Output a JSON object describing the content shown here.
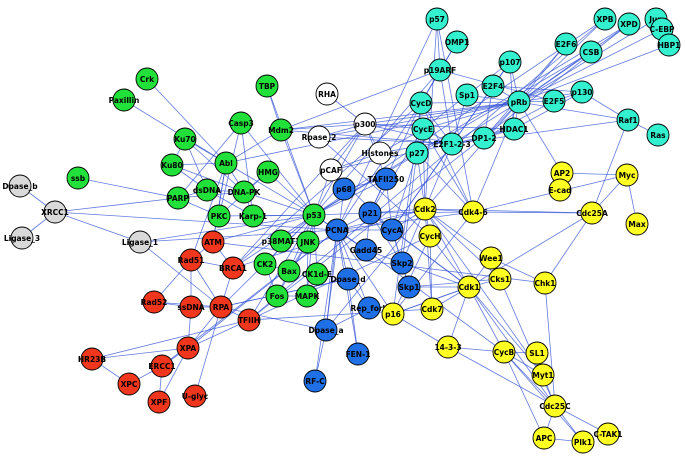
{
  "colors": {
    "green": "#22e03a",
    "cyan": "#33f0cf",
    "yellow": "#ffff22",
    "blue": "#1f6fe6",
    "red": "#f0361c",
    "white": "#ffffff",
    "gray": "#d9d9d9",
    "edge": "#2f4fd6"
  },
  "nodes": [
    {
      "id": "p57",
      "label": "p57",
      "group": "cyan"
    },
    {
      "id": "OMP1",
      "label": "OMP1",
      "group": "cyan"
    },
    {
      "id": "XPB",
      "label": "XPB",
      "group": "cyan"
    },
    {
      "id": "XPD",
      "label": "XPD",
      "group": "cyan"
    },
    {
      "id": "Jun",
      "label": "Jun",
      "group": "cyan"
    },
    {
      "id": "CEBP",
      "label": "C-EBP",
      "group": "cyan"
    },
    {
      "id": "HBP1",
      "label": "HBP1",
      "group": "cyan"
    },
    {
      "id": "CSB",
      "label": "CSB",
      "group": "cyan"
    },
    {
      "id": "E2F6",
      "label": "E2F6",
      "group": "cyan"
    },
    {
      "id": "p107",
      "label": "p107",
      "group": "cyan"
    },
    {
      "id": "p19ARF",
      "label": "p19ARF",
      "group": "cyan"
    },
    {
      "id": "E2F4",
      "label": "E2F4",
      "group": "cyan"
    },
    {
      "id": "Sp1",
      "label": "Sp1",
      "group": "cyan"
    },
    {
      "id": "CycD",
      "label": "CycD",
      "group": "cyan"
    },
    {
      "id": "pRb",
      "label": "pRb",
      "group": "cyan"
    },
    {
      "id": "p130",
      "label": "p130",
      "group": "cyan"
    },
    {
      "id": "E2F5",
      "label": "E2F5",
      "group": "cyan"
    },
    {
      "id": "Raf1",
      "label": "Raf1",
      "group": "cyan"
    },
    {
      "id": "Ras",
      "label": "Ras",
      "group": "cyan"
    },
    {
      "id": "HDAC1",
      "label": "HDAC1",
      "group": "cyan"
    },
    {
      "id": "DP12",
      "label": "DP1-2",
      "group": "cyan"
    },
    {
      "id": "E2F123",
      "label": "E2F1-2-3",
      "group": "cyan"
    },
    {
      "id": "CycE",
      "label": "CycE",
      "group": "cyan"
    },
    {
      "id": "p27",
      "label": "p27",
      "group": "cyan"
    },
    {
      "id": "Crk",
      "label": "Crk",
      "group": "green"
    },
    {
      "id": "TBP",
      "label": "TBP",
      "group": "green"
    },
    {
      "id": "Paxillin",
      "label": "Paxillin",
      "group": "green"
    },
    {
      "id": "Ku70",
      "label": "Ku70",
      "group": "green"
    },
    {
      "id": "Casp3",
      "label": "Casp3",
      "group": "green"
    },
    {
      "id": "Mdm2",
      "label": "Mdm2",
      "group": "green"
    },
    {
      "id": "Abl",
      "label": "Abl",
      "group": "green"
    },
    {
      "id": "Ku80",
      "label": "Ku80",
      "group": "green"
    },
    {
      "id": "ssb",
      "label": "ssb",
      "group": "green"
    },
    {
      "id": "dsDNA",
      "label": "dsDNA",
      "group": "green"
    },
    {
      "id": "DNAPK",
      "label": "DNA-PK",
      "group": "green"
    },
    {
      "id": "HMG",
      "label": "HMG",
      "group": "green"
    },
    {
      "id": "PARP",
      "label": "PARP",
      "group": "green"
    },
    {
      "id": "PKC",
      "label": "PKC",
      "group": "green"
    },
    {
      "id": "Karp1",
      "label": "Karp-1",
      "group": "green"
    },
    {
      "id": "p53",
      "label": "p53",
      "group": "green"
    },
    {
      "id": "p38MAT1",
      "label": "p38MAT1",
      "group": "green"
    },
    {
      "id": "JNK",
      "label": "JNK",
      "group": "green"
    },
    {
      "id": "CK2",
      "label": "CK2",
      "group": "green"
    },
    {
      "id": "Bax",
      "label": "Bax",
      "group": "green"
    },
    {
      "id": "CK1dE",
      "label": "CK1d-E",
      "group": "green"
    },
    {
      "id": "Fos",
      "label": "Fos",
      "group": "green"
    },
    {
      "id": "MAPK",
      "label": "MAPK",
      "group": "green"
    },
    {
      "id": "RHA",
      "label": "RHA",
      "group": "white"
    },
    {
      "id": "p300",
      "label": "p300",
      "group": "white"
    },
    {
      "id": "Rpase2",
      "label": "Rpase_2",
      "group": "white"
    },
    {
      "id": "pCAF",
      "label": "pCAF",
      "group": "white"
    },
    {
      "id": "Histones",
      "label": "Histones",
      "group": "white"
    },
    {
      "id": "Dpaseb",
      "label": "Dpase_b",
      "group": "gray"
    },
    {
      "id": "XRCC1",
      "label": "XRCC1",
      "group": "gray"
    },
    {
      "id": "Ligase3",
      "label": "Ligase_3",
      "group": "gray"
    },
    {
      "id": "Ligase1",
      "label": "Ligase_1",
      "group": "gray"
    },
    {
      "id": "TAFII250",
      "label": "TAFII250",
      "group": "blue"
    },
    {
      "id": "p68",
      "label": "p68",
      "group": "blue"
    },
    {
      "id": "CycA",
      "label": "CycA",
      "group": "blue"
    },
    {
      "id": "p21",
      "label": "p21",
      "group": "blue"
    },
    {
      "id": "PCNA",
      "label": "PCNA",
      "group": "blue"
    },
    {
      "id": "Gadd45",
      "label": "Gadd45",
      "group": "blue"
    },
    {
      "id": "Skp2",
      "label": "Skp2",
      "group": "blue"
    },
    {
      "id": "Skp1",
      "label": "Skp1",
      "group": "blue"
    },
    {
      "id": "Dpased",
      "label": "Dpase_d",
      "group": "blue"
    },
    {
      "id": "Repfork",
      "label": "Rep_fork",
      "group": "blue"
    },
    {
      "id": "Dpasea",
      "label": "Dpase_a",
      "group": "blue"
    },
    {
      "id": "FEN1",
      "label": "FEN-1",
      "group": "blue"
    },
    {
      "id": "RFC",
      "label": "RF-C",
      "group": "blue"
    },
    {
      "id": "ATM",
      "label": "ATM",
      "group": "red"
    },
    {
      "id": "Rad51",
      "label": "Rad51",
      "group": "red"
    },
    {
      "id": "BRCA1",
      "label": "BRCA1",
      "group": "red"
    },
    {
      "id": "Rad52",
      "label": "Rad52",
      "group": "red"
    },
    {
      "id": "ssDNA",
      "label": "ssDNA",
      "group": "red"
    },
    {
      "id": "RPA",
      "label": "RPA",
      "group": "red"
    },
    {
      "id": "TFIIH",
      "label": "TFIIH",
      "group": "red"
    },
    {
      "id": "XPA",
      "label": "XPA",
      "group": "red"
    },
    {
      "id": "HR23B",
      "label": "HR23B",
      "group": "red"
    },
    {
      "id": "ERCC1",
      "label": "ERCC1",
      "group": "red"
    },
    {
      "id": "XPC",
      "label": "XPC",
      "group": "red"
    },
    {
      "id": "XPF",
      "label": "XPF",
      "group": "red"
    },
    {
      "id": "Uglyc",
      "label": "U-glyc",
      "group": "red"
    },
    {
      "id": "Cdk2",
      "label": "Cdk2",
      "group": "yellow"
    },
    {
      "id": "CycH",
      "label": "CycH",
      "group": "yellow"
    },
    {
      "id": "Cdk46",
      "label": "Cdk4-6",
      "group": "yellow"
    },
    {
      "id": "AP2",
      "label": "AP2",
      "group": "yellow"
    },
    {
      "id": "Myc",
      "label": "Myc",
      "group": "yellow"
    },
    {
      "id": "Ecad",
      "label": "E-cad",
      "group": "yellow"
    },
    {
      "id": "Cdc25A",
      "label": "Cdc25A",
      "group": "yellow"
    },
    {
      "id": "Max",
      "label": "Max",
      "group": "yellow"
    },
    {
      "id": "Chk1",
      "label": "Chk1",
      "group": "yellow"
    },
    {
      "id": "Wee1",
      "label": "Wee1",
      "group": "yellow"
    },
    {
      "id": "Cks1",
      "label": "Cks1",
      "group": "yellow"
    },
    {
      "id": "p16",
      "label": "p16",
      "group": "yellow"
    },
    {
      "id": "Cdk7",
      "label": "Cdk7",
      "group": "yellow"
    },
    {
      "id": "Cdk1",
      "label": "Cdk1",
      "group": "yellow"
    },
    {
      "id": "p1433",
      "label": "14-3-3",
      "group": "yellow"
    },
    {
      "id": "CycB",
      "label": "CycB",
      "group": "yellow"
    },
    {
      "id": "SL1",
      "label": "SL1",
      "group": "yellow"
    },
    {
      "id": "Myt1",
      "label": "Myt1",
      "group": "yellow"
    },
    {
      "id": "Cdc25C",
      "label": "Cdc25C",
      "group": "yellow"
    },
    {
      "id": "APC",
      "label": "APC",
      "group": "yellow"
    },
    {
      "id": "Plk1",
      "label": "Plk1",
      "group": "yellow"
    },
    {
      "id": "CTAK1",
      "label": "C-TAK1",
      "group": "yellow"
    }
  ],
  "edges": [
    [
      "p53",
      "Mdm2"
    ],
    [
      "p53",
      "p300"
    ],
    [
      "p53",
      "pCAF"
    ],
    [
      "p53",
      "PCNA"
    ],
    [
      "p53",
      "p21"
    ],
    [
      "p53",
      "Gadd45"
    ],
    [
      "p53",
      "Bax"
    ],
    [
      "p53",
      "JNK"
    ],
    [
      "p53",
      "p38MAT1"
    ],
    [
      "p53",
      "CK2"
    ],
    [
      "p53",
      "CK1dE"
    ],
    [
      "p53",
      "MAPK"
    ],
    [
      "p53",
      "ATM"
    ],
    [
      "p53",
      "DNAPK"
    ],
    [
      "p53",
      "HMG"
    ],
    [
      "p53",
      "Karp1"
    ],
    [
      "p53",
      "PKC"
    ],
    [
      "p53",
      "Abl"
    ],
    [
      "p53",
      "TAFII250"
    ],
    [
      "p53",
      "RPA"
    ],
    [
      "p53",
      "BRCA1"
    ],
    [
      "p53",
      "XPB"
    ],
    [
      "p53",
      "XPD"
    ],
    [
      "p53",
      "CSB"
    ],
    [
      "p53",
      "Casp3"
    ],
    [
      "p53",
      "p19ARF"
    ],
    [
      "p53",
      "TBP"
    ],
    [
      "p53",
      "Ligase1"
    ],
    [
      "Mdm2",
      "p19ARF"
    ],
    [
      "Mdm2",
      "pRb"
    ],
    [
      "Mdm2",
      "p300"
    ],
    [
      "Mdm2",
      "Abl"
    ],
    [
      "Mdm2",
      "TBP"
    ],
    [
      "Mdm2",
      "E2F123"
    ],
    [
      "Abl",
      "Crk"
    ],
    [
      "Abl",
      "Paxillin"
    ],
    [
      "Abl",
      "Ku70"
    ],
    [
      "Abl",
      "DNAPK"
    ],
    [
      "Abl",
      "pRb"
    ],
    [
      "Abl",
      "ATM"
    ],
    [
      "Abl",
      "Rad51"
    ],
    [
      "Abl",
      "Ku80"
    ],
    [
      "Ku70",
      "Ku80"
    ],
    [
      "Ku70",
      "DNAPK"
    ],
    [
      "Ku80",
      "DNAPK"
    ],
    [
      "Ku70",
      "dsDNA"
    ],
    [
      "Ku80",
      "dsDNA"
    ],
    [
      "DNAPK",
      "dsDNA"
    ],
    [
      "DNAPK",
      "Karp1"
    ],
    [
      "DNAPK",
      "PARP"
    ],
    [
      "DNAPK",
      "HMG"
    ],
    [
      "PARP",
      "XRCC1"
    ],
    [
      "PARP",
      "dsDNA"
    ],
    [
      "PARP",
      "Casp3"
    ],
    [
      "PARP",
      "PKC"
    ],
    [
      "PARP",
      "ssb"
    ],
    [
      "XRCC1",
      "Dpaseb"
    ],
    [
      "XRCC1",
      "Ligase3"
    ],
    [
      "XRCC1",
      "Ligase1"
    ],
    [
      "XRCC1",
      "PCNA"
    ],
    [
      "Ligase1",
      "PCNA"
    ],
    [
      "Ligase1",
      "RPA"
    ],
    [
      "p300",
      "RHA"
    ],
    [
      "p300",
      "Rpase2"
    ],
    [
      "p300",
      "pCAF"
    ],
    [
      "p300",
      "CycE"
    ],
    [
      "p300",
      "E2F123"
    ],
    [
      "p300",
      "HDAC1"
    ],
    [
      "p300",
      "pRb"
    ],
    [
      "p300",
      "Histones"
    ],
    [
      "pCAF",
      "Histones"
    ],
    [
      "pCAF",
      "CycA"
    ],
    [
      "pCAF",
      "E2F123"
    ],
    [
      "Rpase2",
      "pRb"
    ],
    [
      "Rpase2",
      "E2F123"
    ],
    [
      "Rpase2",
      "CycH"
    ],
    [
      "Histones",
      "HDAC1"
    ],
    [
      "Histones",
      "CycE"
    ],
    [
      "PCNA",
      "p21"
    ],
    [
      "PCNA",
      "Gadd45"
    ],
    [
      "PCNA",
      "CycD"
    ],
    [
      "PCNA",
      "Dpased"
    ],
    [
      "PCNA",
      "Dpasea"
    ],
    [
      "PCNA",
      "FEN1"
    ],
    [
      "PCNA",
      "RFC"
    ],
    [
      "PCNA",
      "Repfork"
    ],
    [
      "PCNA",
      "Cdk2"
    ],
    [
      "PCNA",
      "CycA"
    ],
    [
      "PCNA",
      "p57"
    ],
    [
      "PCNA",
      "Cdk46"
    ],
    [
      "PCNA",
      "ERCC1"
    ],
    [
      "PCNA",
      "XPA"
    ],
    [
      "PCNA",
      "p16"
    ],
    [
      "p21",
      "CycA"
    ],
    [
      "p21",
      "Cdk2"
    ],
    [
      "p21",
      "CycE"
    ],
    [
      "p21",
      "CycD"
    ],
    [
      "p21",
      "Gadd45"
    ],
    [
      "p21",
      "Skp2"
    ],
    [
      "p21",
      "Cdk46"
    ],
    [
      "p21",
      "Cdk1"
    ],
    [
      "CycA",
      "Cdk2"
    ],
    [
      "CycA",
      "Skp2"
    ],
    [
      "CycA",
      "Cdk1"
    ],
    [
      "CycA",
      "E2F123"
    ],
    [
      "CycA",
      "p107"
    ],
    [
      "CycA",
      "p27"
    ],
    [
      "Skp2",
      "Skp1"
    ],
    [
      "Skp2",
      "Cdk2"
    ],
    [
      "Skp2",
      "p27"
    ],
    [
      "Skp1",
      "Cks1"
    ],
    [
      "Skp1",
      "Cdk1"
    ],
    [
      "Skp1",
      "CycA"
    ],
    [
      "Gadd45",
      "Cdk1"
    ],
    [
      "Gadd45",
      "CycB"
    ],
    [
      "Gadd45",
      "PCNA"
    ],
    [
      "Dpased",
      "Repfork"
    ],
    [
      "Dpasea",
      "Repfork"
    ],
    [
      "Dpased",
      "FEN1"
    ],
    [
      "Dpasea",
      "RFC"
    ],
    [
      "Dpasea",
      "RPA"
    ],
    [
      "Dpased",
      "RPA"
    ],
    [
      "Dpasea",
      "p68"
    ],
    [
      "p68",
      "TAFII250"
    ],
    [
      "Dpasea",
      "Cdk2"
    ],
    [
      "Cdk2",
      "CycE"
    ],
    [
      "Cdk2",
      "CycH"
    ],
    [
      "Cdk2",
      "Cdk7"
    ],
    [
      "Cdk2",
      "Cdk46"
    ],
    [
      "Cdk2",
      "Cdc25A"
    ],
    [
      "Cdk2",
      "Wee1"
    ],
    [
      "Cdk2",
      "Cks1"
    ],
    [
      "Cdk2",
      "p27"
    ],
    [
      "Cdk2",
      "p57"
    ],
    [
      "Cdk2",
      "pRb"
    ],
    [
      "Cdk2",
      "Myt1"
    ],
    [
      "Cdk2",
      "Cdk1"
    ],
    [
      "CycH",
      "Cdk7"
    ],
    [
      "CycH",
      "Cdk1"
    ],
    [
      "Cdk7",
      "Cdk1"
    ],
    [
      "Cdk46",
      "CycD"
    ],
    [
      "Cdk46",
      "p16"
    ],
    [
      "Cdk46",
      "pRb"
    ],
    [
      "Cdk46",
      "Cdc25A"
    ],
    [
      "Cdk46",
      "p27"
    ],
    [
      "Cdk46",
      "p57"
    ],
    [
      "Cdk46",
      "Myc"
    ],
    [
      "Cdc25A",
      "Chk1"
    ],
    [
      "Cdc25A",
      "Myc"
    ],
    [
      "Cdc25A",
      "Raf1"
    ],
    [
      "Cdc25A",
      "Cdk1"
    ],
    [
      "Myc",
      "Max"
    ],
    [
      "Myc",
      "AP2"
    ],
    [
      "AP2",
      "Ecad"
    ],
    [
      "AP2",
      "pRb"
    ],
    [
      "Chk1",
      "Cdc25C"
    ],
    [
      "Chk1",
      "Wee1"
    ],
    [
      "Cdk1",
      "CycB"
    ],
    [
      "Cdk1",
      "Wee1"
    ],
    [
      "Cdk1",
      "Cks1"
    ],
    [
      "Cdk1",
      "Myt1"
    ],
    [
      "Cdk1",
      "Cdc25C"
    ],
    [
      "Cdk1",
      "p16"
    ],
    [
      "Cdk1",
      "p1433"
    ],
    [
      "CycB",
      "Cdc25C"
    ],
    [
      "CycB",
      "SL1"
    ],
    [
      "CycB",
      "APC"
    ],
    [
      "CycB",
      "Plk1"
    ],
    [
      "CycB",
      "p1433"
    ],
    [
      "CycB",
      "Myt1"
    ],
    [
      "Cdc25C",
      "Plk1"
    ],
    [
      "Cdc25C",
      "CTAK1"
    ],
    [
      "Cdc25C",
      "p1433"
    ],
    [
      "Cdc25C",
      "APC"
    ],
    [
      "Myt1",
      "Cdc25C"
    ],
    [
      "Plk1",
      "APC"
    ],
    [
      "pRb",
      "E2F123"
    ],
    [
      "pRb",
      "E2F4"
    ],
    [
      "pRb",
      "E2F5"
    ],
    [
      "pRb",
      "E2F6"
    ],
    [
      "pRb",
      "HDAC1"
    ],
    [
      "pRb",
      "CycD"
    ],
    [
      "pRb",
      "CycE"
    ],
    [
      "pRb",
      "Jun"
    ],
    [
      "pRb",
      "CEBP"
    ],
    [
      "pRb",
      "HBP1"
    ],
    [
      "pRb",
      "XPB"
    ],
    [
      "pRb",
      "XPD"
    ],
    [
      "pRb",
      "CSB"
    ],
    [
      "pRb",
      "Raf1"
    ],
    [
      "pRb",
      "p107"
    ],
    [
      "pRb",
      "Sp1"
    ],
    [
      "pRb",
      "DP12"
    ],
    [
      "pRb",
      "p130"
    ],
    [
      "p130",
      "E2F4"
    ],
    [
      "p130",
      "E2F5"
    ],
    [
      "p130",
      "HDAC1"
    ],
    [
      "p130",
      "Raf1"
    ],
    [
      "Raf1",
      "Ras"
    ],
    [
      "Raf1",
      "E2F123"
    ],
    [
      "p107",
      "E2F4"
    ],
    [
      "p107",
      "CycE"
    ],
    [
      "p107",
      "E2F123"
    ],
    [
      "p107",
      "HDAC1"
    ],
    [
      "E2F4",
      "DP12"
    ],
    [
      "E2F5",
      "DP12"
    ],
    [
      "E2F6",
      "DP12"
    ],
    [
      "E2F123",
      "DP12"
    ],
    [
      "E2F123",
      "CycE"
    ],
    [
      "E2F123",
      "Sp1"
    ],
    [
      "E2F123",
      "p19ARF"
    ],
    [
      "E2F123",
      "CycD"
    ],
    [
      "E2F123",
      "HDAC1"
    ],
    [
      "E2F123",
      "Cdk2"
    ],
    [
      "CycE",
      "Cdk46"
    ],
    [
      "CycE",
      "p27"
    ],
    [
      "CycD",
      "p27"
    ],
    [
      "CycD",
      "p19ARF"
    ],
    [
      "CycD",
      "OMP1"
    ],
    [
      "p19ARF",
      "OMP1"
    ],
    [
      "p19ARF",
      "p57"
    ],
    [
      "p19ARF",
      "E2F5"
    ],
    [
      "HDAC1",
      "DP12"
    ],
    [
      "XPB",
      "TFIIH"
    ],
    [
      "XPD",
      "TFIIH"
    ],
    [
      "TAFII250",
      "CycA"
    ],
    [
      "TAFII250",
      "p21"
    ],
    [
      "TAFII250",
      "p300"
    ],
    [
      "ATM",
      "Rad51"
    ],
    [
      "ATM",
      "BRCA1"
    ],
    [
      "ATM",
      "Chk1"
    ],
    [
      "ATM",
      "Abl"
    ],
    [
      "Rad51",
      "BRCA1"
    ],
    [
      "Rad51",
      "ssDNA"
    ],
    [
      "Rad51",
      "Rad52"
    ],
    [
      "Rad51",
      "RPA"
    ],
    [
      "Rad52",
      "ssDNA"
    ],
    [
      "Rad52",
      "RPA"
    ],
    [
      "ssDNA",
      "RPA"
    ],
    [
      "ssDNA",
      "XPA"
    ],
    [
      "RPA",
      "XPA"
    ],
    [
      "RPA",
      "TFIIH"
    ],
    [
      "RPA",
      "Uglyc"
    ],
    [
      "RPA",
      "BRCA1"
    ],
    [
      "RPA",
      "Dpased"
    ],
    [
      "XPA",
      "ERCC1"
    ],
    [
      "XPA",
      "TFIIH"
    ],
    [
      "XPA",
      "HR23B"
    ],
    [
      "XPA",
      "XPF"
    ],
    [
      "ERCC1",
      "XPF"
    ],
    [
      "XPC",
      "HR23B"
    ],
    [
      "XPC",
      "ERCC1"
    ],
    [
      "HR23B",
      "TFIIH"
    ],
    [
      "TFIIH",
      "Cdk7"
    ],
    [
      "TFIIH",
      "CycH"
    ],
    [
      "TFIIH",
      "p53"
    ],
    [
      "BRCA1",
      "CycD"
    ],
    [
      "BRCA1",
      "Cdk2"
    ],
    [
      "BRCA1",
      "p300"
    ],
    [
      "JNK",
      "Bax"
    ],
    [
      "JNK",
      "MAPK"
    ],
    [
      "JNK",
      "Fos"
    ],
    [
      "JNK",
      "p38MAT1"
    ],
    [
      "Bax",
      "Fos"
    ],
    [
      "MAPK",
      "Fos"
    ],
    [
      "MAPK",
      "CK1dE"
    ],
    [
      "CK2",
      "Fos"
    ],
    [
      "CK2",
      "Bax"
    ],
    [
      "Casp3",
      "PKC"
    ],
    [
      "Casp3",
      "Karp1"
    ],
    [
      "HMG",
      "PKC"
    ],
    [
      "Karp1",
      "dsDNA"
    ],
    [
      "p16",
      "CycD"
    ],
    [
      "p16",
      "Cdk1"
    ],
    [
      "p16",
      "CycH"
    ],
    [
      "p16",
      "p1433"
    ],
    [
      "Wee1",
      "Cks1"
    ],
    [
      "Cks1",
      "Cdc25C"
    ]
  ]
}
